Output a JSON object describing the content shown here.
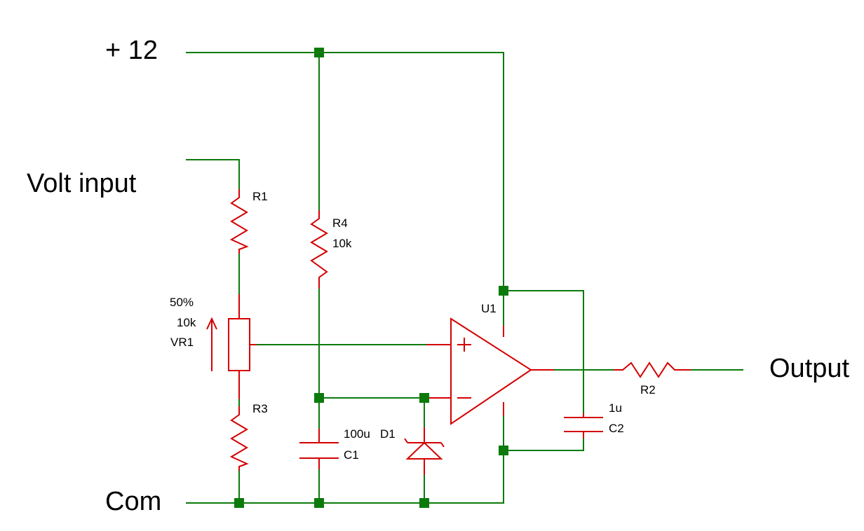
{
  "rails": {
    "supply": "+ 12",
    "input": "Volt input",
    "common": "Com",
    "output": "Output"
  },
  "components": {
    "r1": {
      "ref": "R1"
    },
    "r2": {
      "ref": "R2"
    },
    "r3": {
      "ref": "R3"
    },
    "r4": {
      "ref": "R4",
      "value": "10k"
    },
    "vr1": {
      "ref": "VR1",
      "value": "10k",
      "setting": "50%"
    },
    "c1": {
      "ref": "C1",
      "value": "100u"
    },
    "c2": {
      "ref": "C2",
      "value": "1u"
    },
    "d1": {
      "ref": "D1"
    },
    "u1": {
      "ref": "U1"
    }
  },
  "colors": {
    "wire": "#0b7a0b",
    "component": "#d40000",
    "junction": "#0b7a0b"
  }
}
